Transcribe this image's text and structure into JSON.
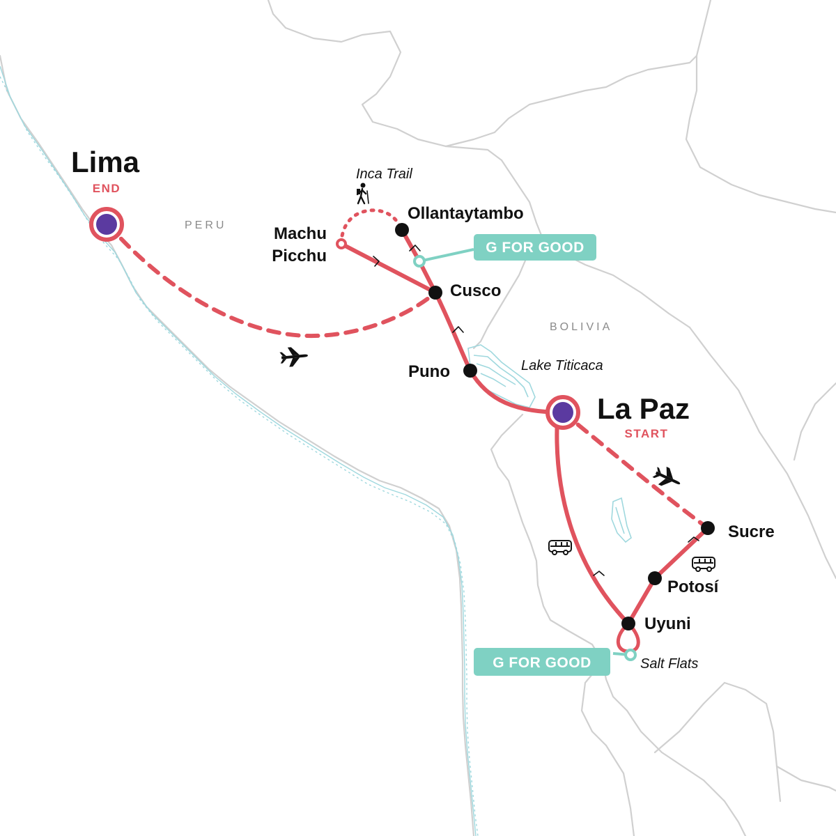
{
  "map": {
    "countries": {
      "peru": "PERU",
      "bolivia": "BOLIVIA"
    },
    "cities": {
      "lima": {
        "name": "Lima",
        "tag": "END"
      },
      "la_paz": {
        "name": "La Paz",
        "tag": "START"
      },
      "machu_line1": "Machu",
      "machu_line2": "Picchu",
      "ollantaytambo": "Ollantaytambo",
      "cusco": "Cusco",
      "puno": "Puno",
      "sucre": "Sucre",
      "potosi": "Potosí",
      "uyuni": "Uyuni"
    },
    "features": {
      "inca_trail": "Inca Trail",
      "lake_titicaca": "Lake Titicaca",
      "salt_flats": "Salt Flats"
    },
    "badges": {
      "g_for_good_top": "G FOR GOOD",
      "g_for_good_bottom": "G FOR GOOD"
    },
    "colors": {
      "route": "#e0535e",
      "start_end_fill": "#5b3aa0",
      "stop": "#111111",
      "badge": "#7fd1c3",
      "border": "#d0d0d0",
      "water": "#9fd8de"
    },
    "icons": [
      "plane-icon",
      "bus-icon",
      "hiker-icon"
    ]
  }
}
